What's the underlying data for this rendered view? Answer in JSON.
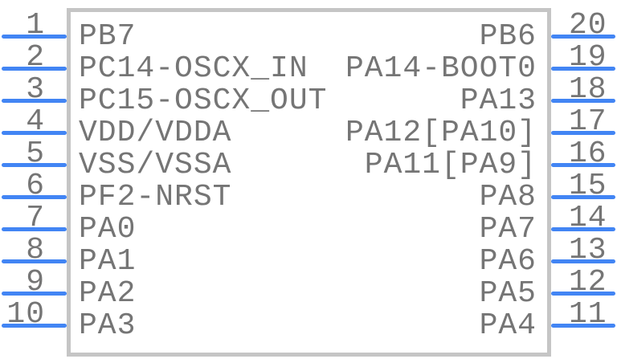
{
  "colors": {
    "pin_line": "#4285F4",
    "body_border": "#C5C5C5",
    "text": "#757575",
    "background": "#FFFFFF"
  },
  "pins": {
    "left": [
      {
        "number": "1",
        "label": "PB7"
      },
      {
        "number": "2",
        "label": "PC14-OSCX_IN"
      },
      {
        "number": "3",
        "label": "PC15-OSCX_OUT"
      },
      {
        "number": "4",
        "label": "VDD/VDDA"
      },
      {
        "number": "5",
        "label": "VSS/VSSA"
      },
      {
        "number": "6",
        "label": "PF2-NRST"
      },
      {
        "number": "7",
        "label": "PA0"
      },
      {
        "number": "8",
        "label": "PA1"
      },
      {
        "number": "9",
        "label": "PA2"
      },
      {
        "number": "10",
        "label": "PA3"
      }
    ],
    "right": [
      {
        "number": "20",
        "label": "PB6"
      },
      {
        "number": "19",
        "label": "PA14-BOOT0"
      },
      {
        "number": "18",
        "label": "PA13"
      },
      {
        "number": "17",
        "label": "PA12[PA10]"
      },
      {
        "number": "16",
        "label": "PA11[PA9]"
      },
      {
        "number": "15",
        "label": "PA8"
      },
      {
        "number": "14",
        "label": "PA7"
      },
      {
        "number": "13",
        "label": "PA6"
      },
      {
        "number": "12",
        "label": "PA5"
      },
      {
        "number": "11",
        "label": "PA4"
      }
    ]
  }
}
